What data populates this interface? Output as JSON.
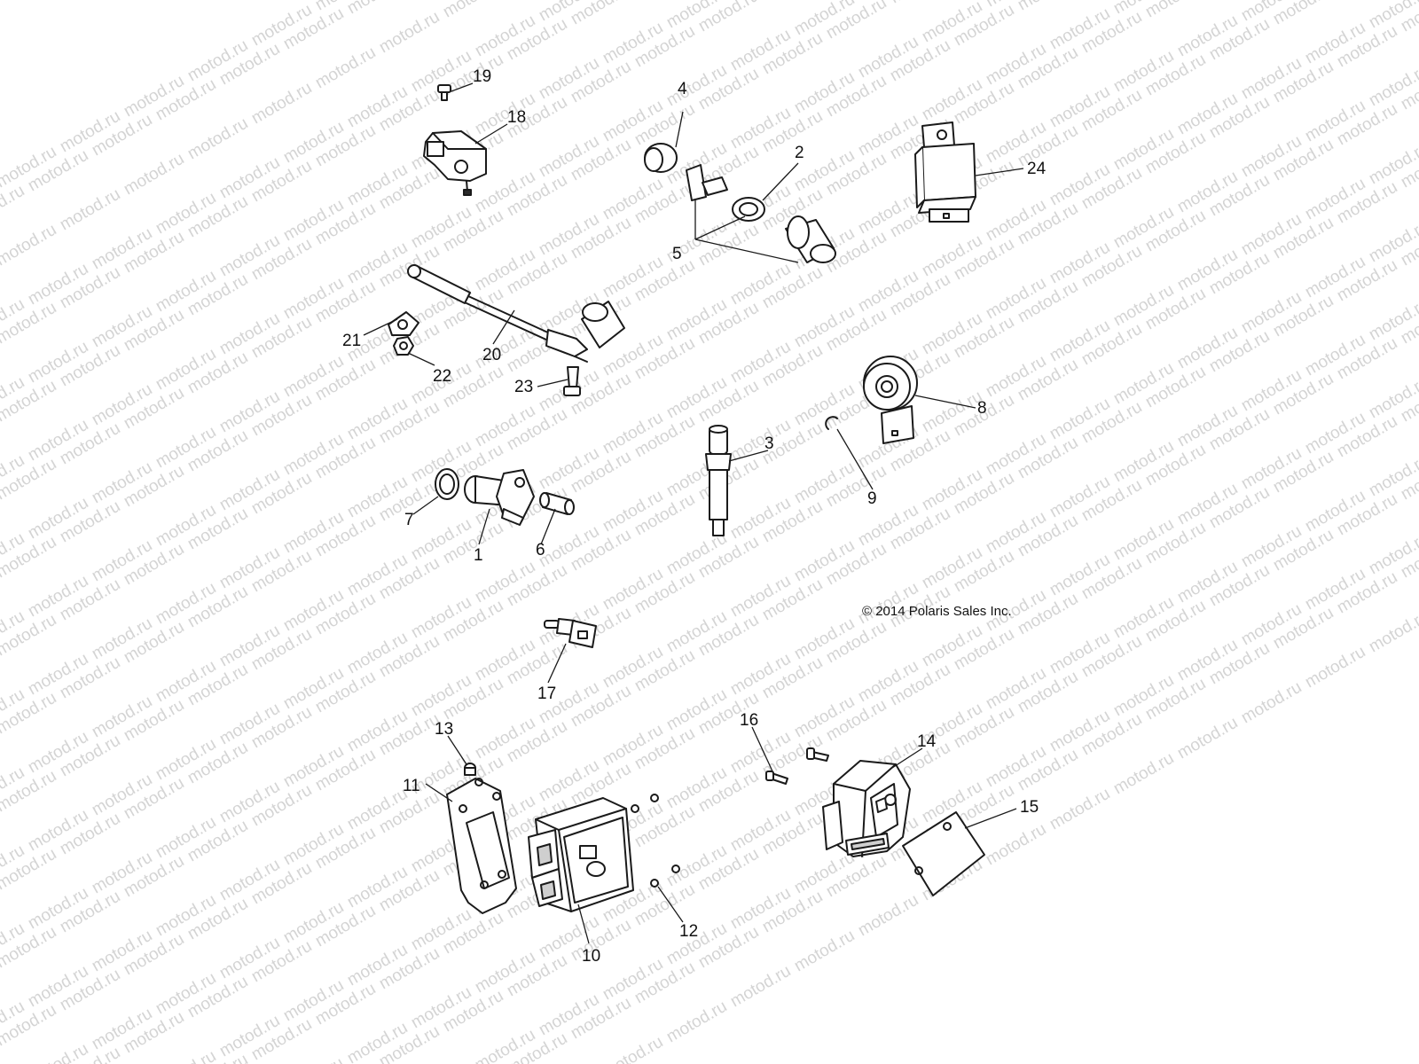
{
  "watermark": "motod.ru",
  "copyright": "© 2014 Polaris Sales Inc.",
  "callouts": {
    "c1": "1",
    "c2": "2",
    "c3": "3",
    "c4": "4",
    "c5": "5",
    "c6": "6",
    "c7": "7",
    "c8": "8",
    "c9": "9",
    "c10": "10",
    "c11": "11",
    "c12": "12",
    "c13": "13",
    "c14": "14",
    "c15": "15",
    "c16": "16",
    "c17": "17",
    "c18": "18",
    "c19": "19",
    "c20": "20",
    "c21": "21",
    "c22": "22",
    "c23": "23",
    "c24": "24"
  }
}
